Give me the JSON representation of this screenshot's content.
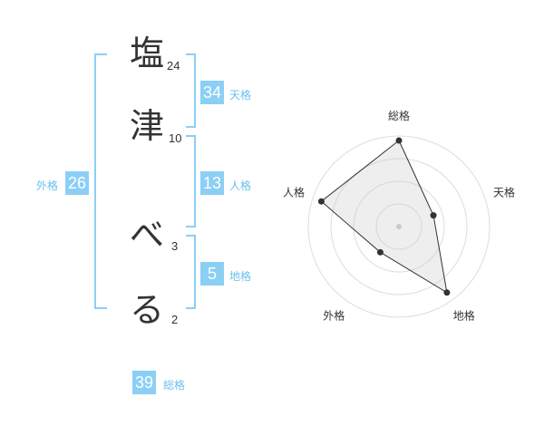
{
  "name": {
    "chars": [
      {
        "char": "塩",
        "strokes": "24"
      },
      {
        "char": "津",
        "strokes": "10"
      },
      {
        "char": "べ",
        "strokes": "3"
      },
      {
        "char": "る",
        "strokes": "2"
      }
    ]
  },
  "kaku": {
    "tenkaku": {
      "value": "34",
      "label": "天格"
    },
    "jinkaku": {
      "value": "13",
      "label": "人格"
    },
    "chikaku": {
      "value": "5",
      "label": "地格"
    },
    "gaikaku": {
      "value": "26",
      "label": "外格"
    },
    "soukaku": {
      "value": "39",
      "label": "総格"
    }
  },
  "colors": {
    "accent": "#8bcff5",
    "label": "#6cc0ee",
    "text": "#333333"
  },
  "chart_data": {
    "type": "radar",
    "axes": [
      "総格",
      "天格",
      "地格",
      "外格",
      "人格"
    ],
    "values": [
      0.95,
      0.4,
      0.9,
      0.35,
      0.9
    ],
    "rings": 4,
    "range": [
      0,
      1
    ]
  }
}
